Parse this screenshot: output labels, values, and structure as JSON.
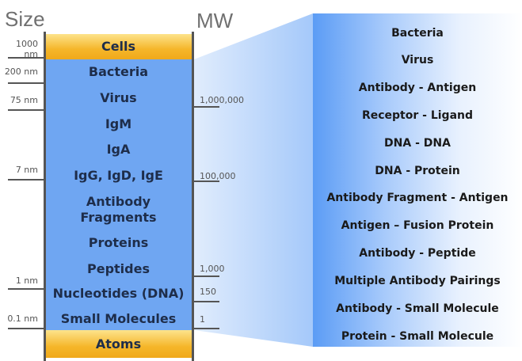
{
  "headers": {
    "size": "Size",
    "mw": "MW"
  },
  "bands": {
    "top": "Cells",
    "bottom": "Atoms"
  },
  "categories": [
    "Bacteria",
    "Virus",
    "IgM",
    "IgA",
    "IgG, IgD, IgE",
    "Antibody",
    "Fragments",
    "Proteins",
    "Peptides",
    "Nucleotides (DNA)",
    "Small Molecules"
  ],
  "size_labels": [
    "1000 nm",
    "200 nm",
    "75 nm",
    "7 nm",
    "1 nm",
    "0.1 nm"
  ],
  "mw_labels": [
    "1,000,000",
    "100,000",
    "1,000",
    "150",
    "1"
  ],
  "interactions": [
    "Bacteria",
    "Virus",
    "Antibody - Antigen",
    "Receptor - Ligand",
    "DNA - DNA",
    "DNA - Protein",
    "Antibody Fragment - Antigen",
    "Antigen – Fusion Protein",
    "Antibody - Peptide",
    "Multiple Antibody Pairings",
    "Antibody - Small Molecule",
    "Protein - Small Molecule"
  ],
  "colors": {
    "band_blue": "#6fa6f2",
    "band_gold": "#f5b62a",
    "axis": "#555555",
    "panel_blue": "#5b9cf5"
  }
}
